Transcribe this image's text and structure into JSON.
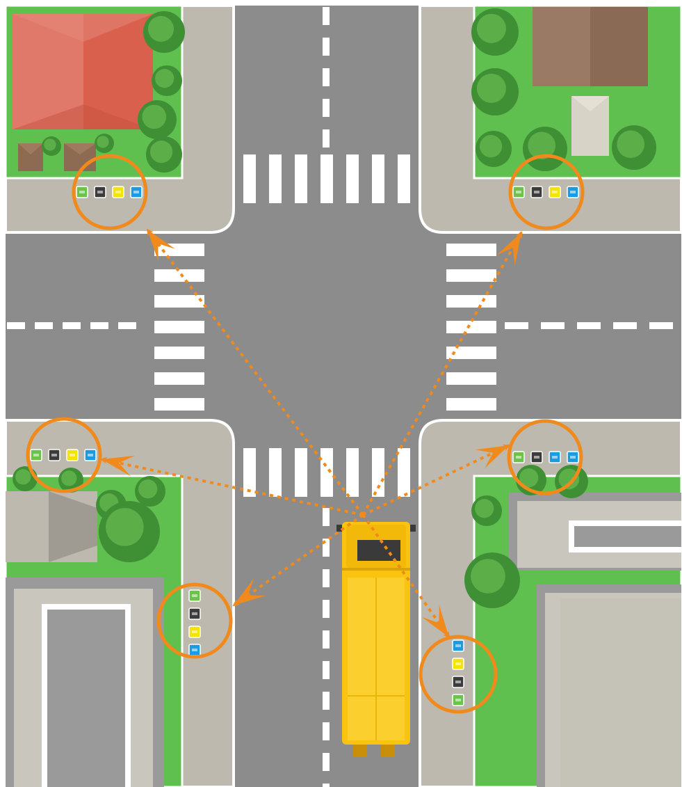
{
  "scene": {
    "colors": {
      "background": "#ffffff",
      "road": "#8c8c8c",
      "road_marking": "#ffffff",
      "sidewalk": "#bdb9ae",
      "curb": "#ffffff",
      "grass": "#5fc04f",
      "tree_dark": "#3f8f34",
      "tree_light": "#5bae48",
      "house_red_roof": "#d9604c",
      "house_brown_roof": "#8a6a55",
      "shed": "#8d6a52",
      "building_roof": "#c9c6bd",
      "building_border": "#9a9a9a",
      "annotation": "#f08a1c",
      "truck_body": "#f9c30f",
      "truck_dark": "#3a3a3a"
    },
    "bin_colors": {
      "green": "#6dc24b",
      "black": "#3c3c3c",
      "yellow": "#f4e400",
      "blue": "#1d9be0"
    },
    "collection_points": [
      {
        "id": "north-west",
        "orientation": "horizontal",
        "bins": [
          "green",
          "black",
          "yellow",
          "blue"
        ]
      },
      {
        "id": "north-east",
        "orientation": "horizontal",
        "bins": [
          "green",
          "black",
          "yellow",
          "blue"
        ]
      },
      {
        "id": "south-west",
        "orientation": "horizontal",
        "bins": [
          "green",
          "black",
          "yellow",
          "blue"
        ]
      },
      {
        "id": "south-east",
        "orientation": "horizontal",
        "bins": [
          "green",
          "black",
          "blue",
          "blue"
        ]
      },
      {
        "id": "west-street",
        "orientation": "vertical",
        "bins": [
          "green",
          "black",
          "yellow",
          "blue"
        ]
      },
      {
        "id": "east-street",
        "orientation": "vertical",
        "bins": [
          "blue",
          "yellow",
          "black",
          "green"
        ]
      }
    ],
    "routes_from": "garbage-truck",
    "routes_to": [
      "north-west",
      "north-east",
      "south-west",
      "south-east",
      "west-street",
      "east-street"
    ],
    "vehicle": {
      "type": "garbage-truck",
      "heading": "north"
    }
  }
}
